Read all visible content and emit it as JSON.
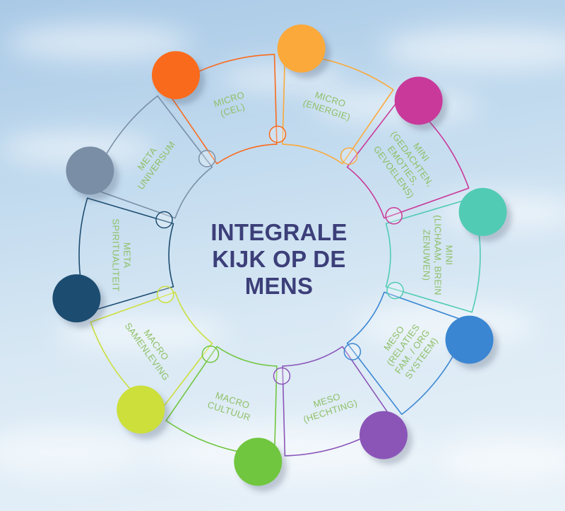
{
  "title": {
    "line1": "INTEGRALE",
    "line2": "KIJK OP DE",
    "line3": "MENS"
  },
  "segments": [
    {
      "id": "micro-cel",
      "color": "#fa6a1c",
      "lines": [
        "MICRO",
        "(CEL)"
      ]
    },
    {
      "id": "micro-energie",
      "color": "#fba93a",
      "lines": [
        "MICRO",
        "(ENERGIE)"
      ]
    },
    {
      "id": "mini-gedachten",
      "color": "#c9399a",
      "lines": [
        "MINI",
        "(GEDACHTEN,",
        "EMOTIES,",
        "GEVOELENS)"
      ]
    },
    {
      "id": "mini-lichaam",
      "color": "#52cbb5",
      "lines": [
        "MINI",
        "(LICHAAM, BREIN",
        "ZENUWEN)"
      ]
    },
    {
      "id": "meso-relaties",
      "color": "#3a86d2",
      "lines": [
        "MESO",
        "(RELATIES",
        "FAM. / ORG",
        "SYSTEEM)"
      ]
    },
    {
      "id": "meso-hechting",
      "color": "#8b55b8",
      "lines": [
        "MESO",
        "(HECHTING)"
      ]
    },
    {
      "id": "macro-cultuur",
      "color": "#71c63f",
      "lines": [
        "MACRO",
        "CULTUUR"
      ]
    },
    {
      "id": "macro-samenleving",
      "color": "#ccdf3b",
      "lines": [
        "MACRO",
        "SAMENLEVING"
      ]
    },
    {
      "id": "meta-spiritualiteit",
      "color": "#1c4c70",
      "lines": [
        "META",
        "SPIRITUALITEIT"
      ]
    },
    {
      "id": "meta-universum",
      "color": "#7a8fa6",
      "lines": [
        "META",
        "UNIVERSUM"
      ]
    }
  ]
}
